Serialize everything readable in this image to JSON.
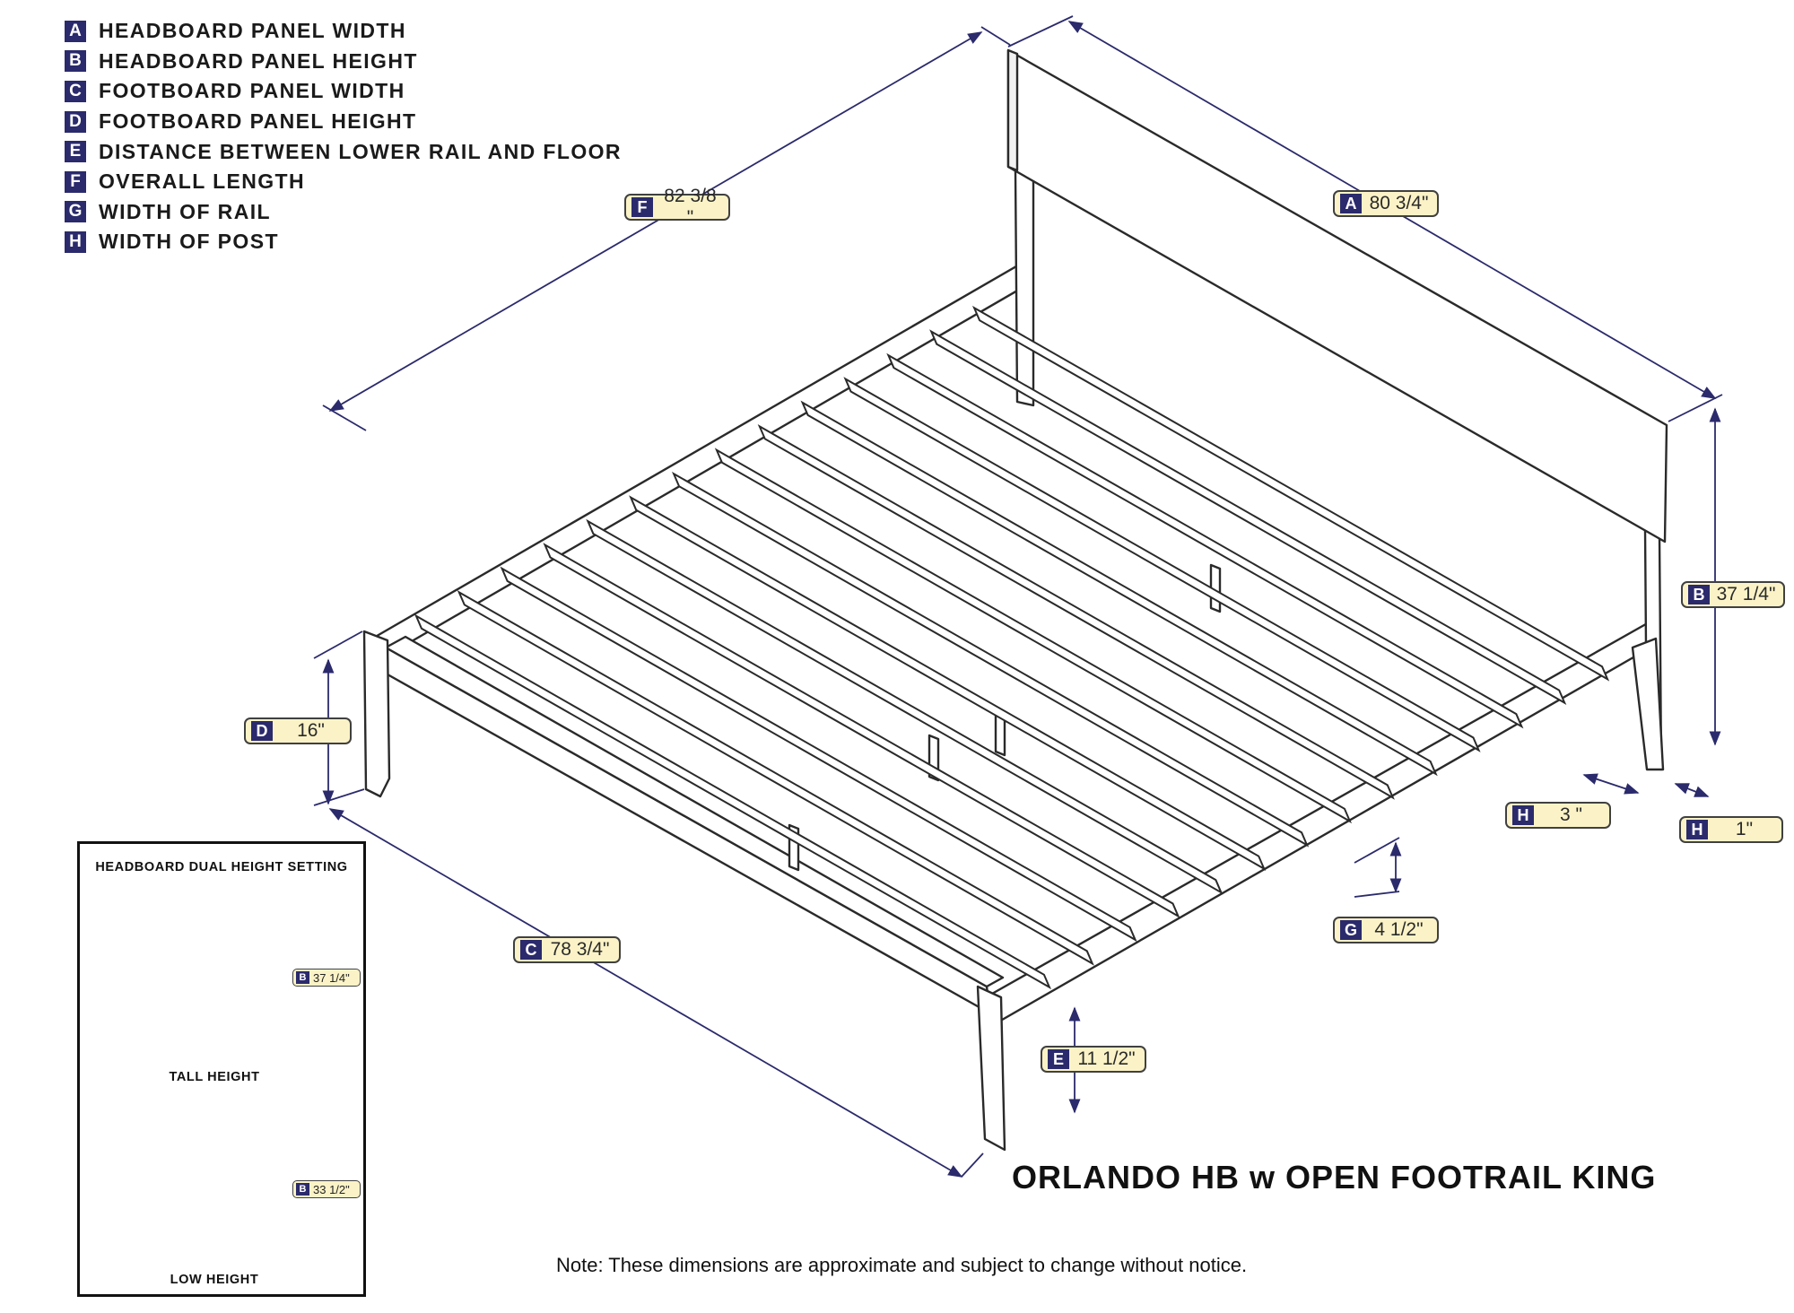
{
  "legend": [
    {
      "key": "A",
      "label": "HEADBOARD PANEL WIDTH"
    },
    {
      "key": "B",
      "label": "HEADBOARD PANEL HEIGHT"
    },
    {
      "key": "C",
      "label": "FOOTBOARD PANEL WIDTH"
    },
    {
      "key": "D",
      "label": "FOOTBOARD PANEL HEIGHT"
    },
    {
      "key": "E",
      "label": "DISTANCE BETWEEN LOWER RAIL AND FLOOR"
    },
    {
      "key": "F",
      "label": "OVERALL LENGTH"
    },
    {
      "key": "G",
      "label": "WIDTH OF RAIL"
    },
    {
      "key": "H",
      "label": "WIDTH OF POST"
    }
  ],
  "dimensions": {
    "A": {
      "key": "A",
      "value": "80 3/4\""
    },
    "B": {
      "key": "B",
      "value": "37 1/4\""
    },
    "C": {
      "key": "C",
      "value": "78 3/4\""
    },
    "D": {
      "key": "D",
      "value": "16\""
    },
    "E": {
      "key": "E",
      "value": "11 1/2\""
    },
    "F": {
      "key": "F",
      "value": "82 3/8 \""
    },
    "G": {
      "key": "G",
      "value": "4 1/2\""
    },
    "H_left": {
      "key": "H",
      "value": "3 \""
    },
    "H_right": {
      "key": "H",
      "value": "1\""
    }
  },
  "inset": {
    "title": "HEADBOARD DUAL HEIGHT SETTING",
    "tall": {
      "caption": "TALL HEIGHT",
      "key": "B",
      "value": "37 1/4\""
    },
    "low": {
      "caption": "LOW HEIGHT",
      "key": "B",
      "value": "33 1/2\""
    }
  },
  "product_title": "ORLANDO HB w OPEN FOOTRAIL KING",
  "note": "Note:  These dimensions are approximate and subject to change without notice.",
  "colors": {
    "dimension_line": "#2b2a6c",
    "key_badge": "#2b2a6c",
    "tag_fill": "#fbf3c7",
    "outline": "#2a2a2a"
  },
  "slat_count": 14
}
